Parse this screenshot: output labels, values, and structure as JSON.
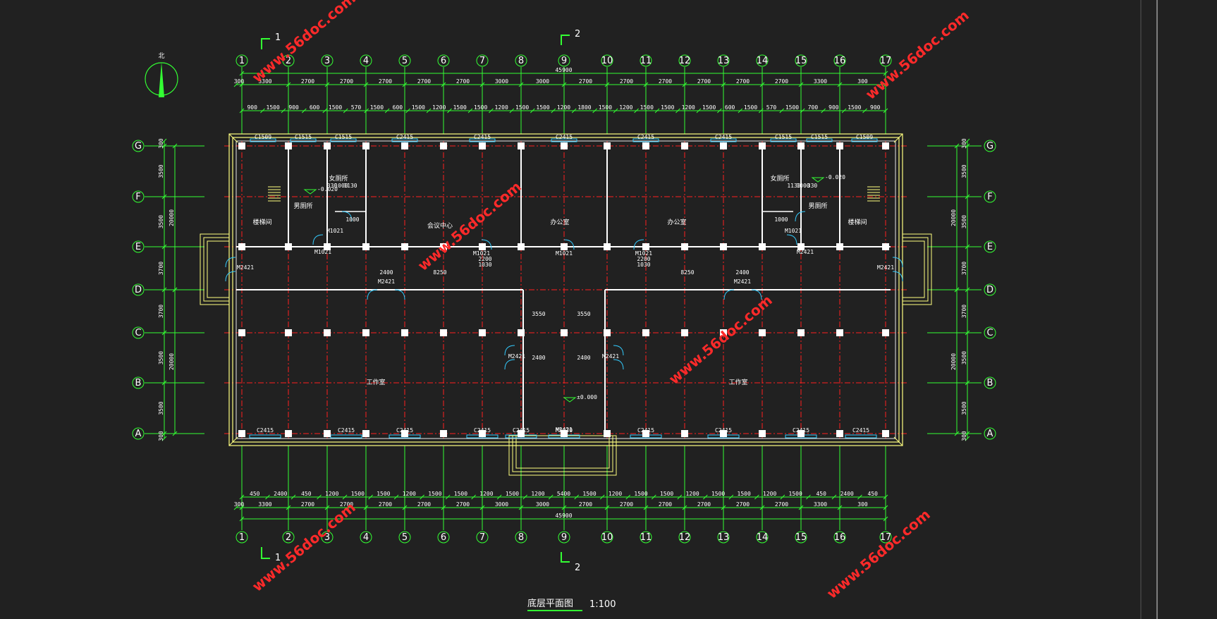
{
  "north_label": "北",
  "section_marks": [
    "1",
    "2"
  ],
  "columns": [
    "1",
    "2",
    "3",
    "4",
    "5",
    "6",
    "7",
    "8",
    "9",
    "10",
    "11",
    "12",
    "13",
    "14",
    "15",
    "16",
    "17"
  ],
  "rows": [
    "G",
    "F",
    "E",
    "D",
    "C",
    "B",
    "A"
  ],
  "top_total": "45900",
  "top_bays": [
    "300",
    "3300",
    "2700",
    "2700",
    "2700",
    "2700",
    "2700",
    "3000",
    "3000",
    "2700",
    "2700",
    "2700",
    "2700",
    "2700",
    "2700",
    "3300",
    "300"
  ],
  "top_openings": [
    "900",
    "1500",
    "900",
    "600",
    "1500",
    "570",
    "1500",
    "600",
    "1500",
    "1200",
    "1500",
    "1500",
    "1200",
    "1500",
    "1500",
    "1200",
    "1800",
    "1500",
    "1200",
    "1500",
    "1500",
    "1200",
    "1500",
    "600",
    "1500",
    "570",
    "1500",
    "700",
    "900",
    "1500",
    "900"
  ],
  "bottom_total": "45900",
  "bottom_bays": [
    "300",
    "3300",
    "2700",
    "2700",
    "2700",
    "2700",
    "2700",
    "3000",
    "3000",
    "2700",
    "2700",
    "2700",
    "2700",
    "2700",
    "2700",
    "3300",
    "300"
  ],
  "bottom_openings": [
    "450",
    "2400",
    "450",
    "1200",
    "1500",
    "1500",
    "1200",
    "1500",
    "1500",
    "1200",
    "1500",
    "1200",
    "5400",
    "1500",
    "1200",
    "1500",
    "1500",
    "1200",
    "1500",
    "1500",
    "1200",
    "1500",
    "450",
    "2400",
    "450"
  ],
  "left_dims": [
    "300",
    "3500",
    "3500",
    "3700",
    "3700",
    "3500",
    "3500",
    "300"
  ],
  "left_totals": [
    "20000",
    "20000"
  ],
  "right_dims": [
    "300",
    "3500",
    "3500",
    "3700",
    "3700",
    "3500",
    "3500",
    "300"
  ],
  "right_totals": [
    "20000",
    "20000"
  ],
  "windows_top": [
    "C1509",
    "C1515",
    "C1515",
    "C2415",
    "C2415",
    "C2415",
    "C2415",
    "C2415",
    "C1515",
    "C1515",
    "C1509"
  ],
  "windows_bottom": [
    "C2415",
    "C2415",
    "C2415",
    "C2415",
    "C2415",
    "M5030",
    "C2415",
    "C2415",
    "C2415",
    "C2415"
  ],
  "doors": [
    "M1021",
    "M1021",
    "M1021",
    "M1021",
    "M1021",
    "M1021",
    "M2421",
    "M2421",
    "M2421",
    "M2421",
    "M2421",
    "M2421",
    "M2421",
    "M2421"
  ],
  "rooms": [
    "楼梯间",
    "男厕所",
    "女厕所",
    "会议中心",
    "办公室",
    "办公室",
    "女厕所",
    "男厕所",
    "楼梯间",
    "工作室",
    "工作室"
  ],
  "inner_dims": [
    "2400",
    "8250",
    "2200",
    "1030",
    "2200",
    "1030",
    "8250",
    "2400",
    "3550",
    "3550",
    "2400",
    "2400",
    "330",
    "1000",
    "1130",
    "1130",
    "1000",
    "330",
    "1000",
    "1000"
  ],
  "elevations": [
    "-0.020",
    "-0.020",
    "±0.000"
  ],
  "drawing_title": "底层平面图",
  "drawing_scale": "1:100",
  "watermark": "www.56doc.com"
}
